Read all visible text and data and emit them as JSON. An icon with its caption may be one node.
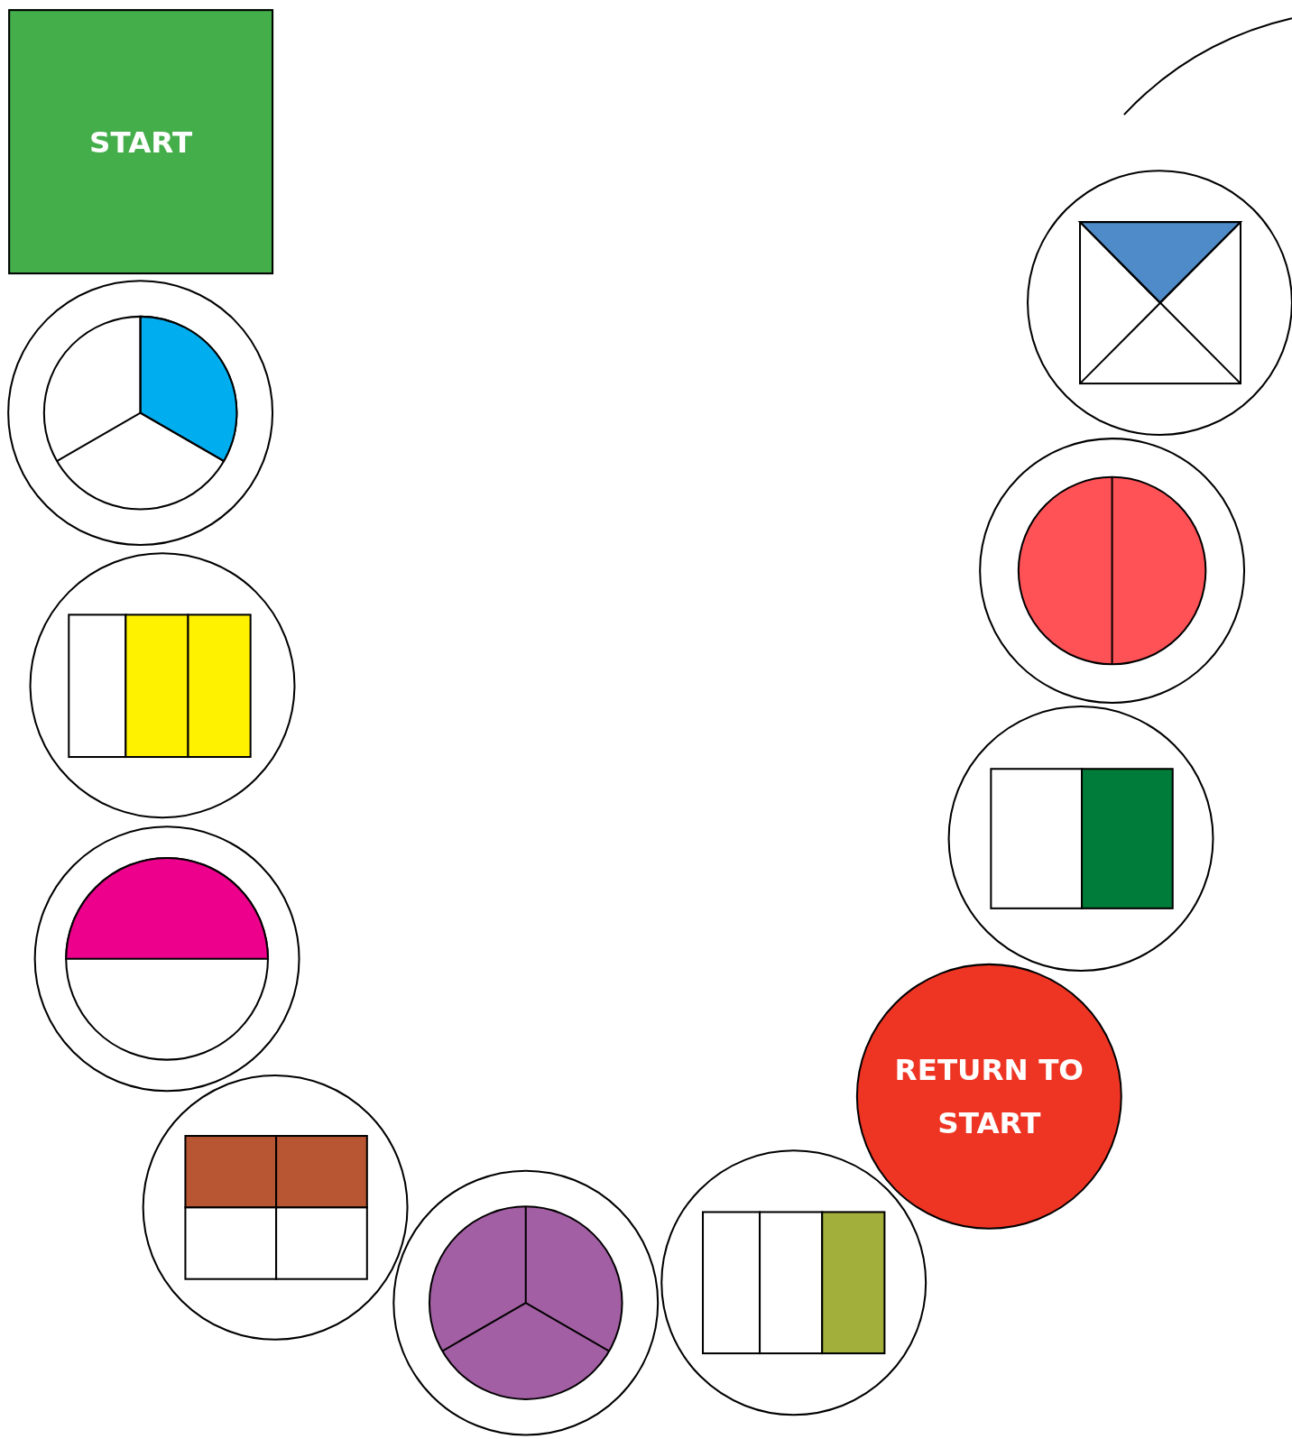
{
  "diagram": {
    "nodes": [
      {
        "text": [
          "START"
        ]
      },
      {
        "text": [],
        "shape": "circle"
      },
      {
        "text": [],
        "shape": "circle"
      },
      {
        "text": [],
        "shape": "circle"
      },
      {
        "text": [],
        "shape": "circle"
      },
      {
        "text": [],
        "shape": "circle"
      },
      {
        "text": [],
        "shape": "circle"
      },
      {
        "text": [
          "RETURN TO START"
        ]
      },
      {
        "text": [],
        "shape": "circle"
      },
      {
        "text": [],
        "shape": "circle"
      },
      {
        "text": [],
        "shape": "circle"
      }
    ]
  }
}
